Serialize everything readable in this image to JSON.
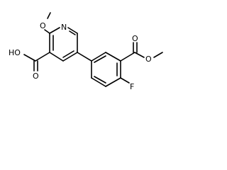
{
  "molecule": {
    "atoms": {
      "ring_nitrogen": "N",
      "methoxy_oxygen": "O",
      "acid_hydroxyl": "HO",
      "acid_carbonyl_oxygen": "O",
      "ester_carbonyl_oxygen": "O",
      "ester_oxygen": "O",
      "fluorine": "F"
    }
  },
  "colors": {
    "bond": "#000000",
    "label": "#000000",
    "background": "#ffffff"
  }
}
